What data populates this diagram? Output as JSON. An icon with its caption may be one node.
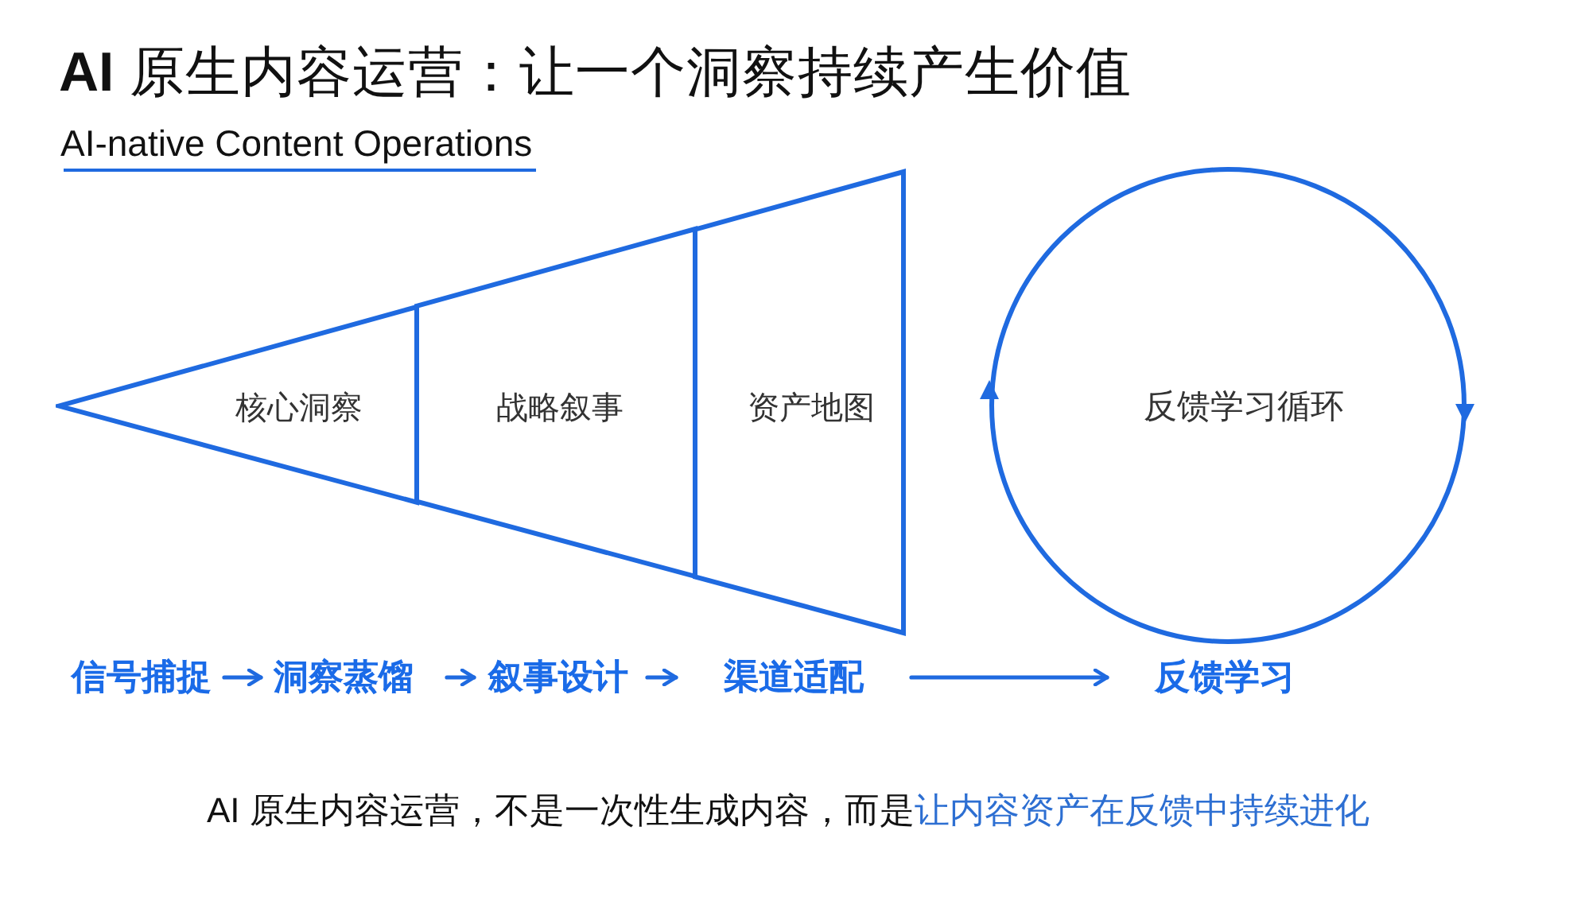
{
  "diagram": {
    "title": "**AI** 原生内容运营：让一个洞察持续产生价值",
    "nodes": [
      {
        "text": [
          "核心洞察"
        ]
      },
      {
        "text": [
          "战略叙事"
        ]
      },
      {
        "text": [
          "资产地图"
        ]
      },
      {
        "text": [
          "反馈学习循环"
        ]
      },
      {
        "text": [
          "信号捕捉"
        ]
      },
      {
        "text": [
          "洞察蒸馏"
        ]
      },
      {
        "text": [
          "叙事设计"
        ]
      },
      {
        "text": [
          "渠道适配"
        ]
      },
      {
        "text": [
          "反馈学习"
        ]
      }
    ],
    "edges": [
      {
        "from": 4,
        "to": 5,
        "arrow": "to"
      },
      {
        "from": 5,
        "to": 6,
        "arrow": "to"
      },
      {
        "from": 6,
        "to": 7,
        "arrow": "to"
      },
      {
        "from": 7,
        "to": 8,
        "arrow": "to"
      }
    ],
    "labels": [
      "AI-native Content Operations",
      "AI 原生内容运营，不是一次性生成内容，而是",
      "让内容资产在反馈中持续进化"
    ]
  }
}
